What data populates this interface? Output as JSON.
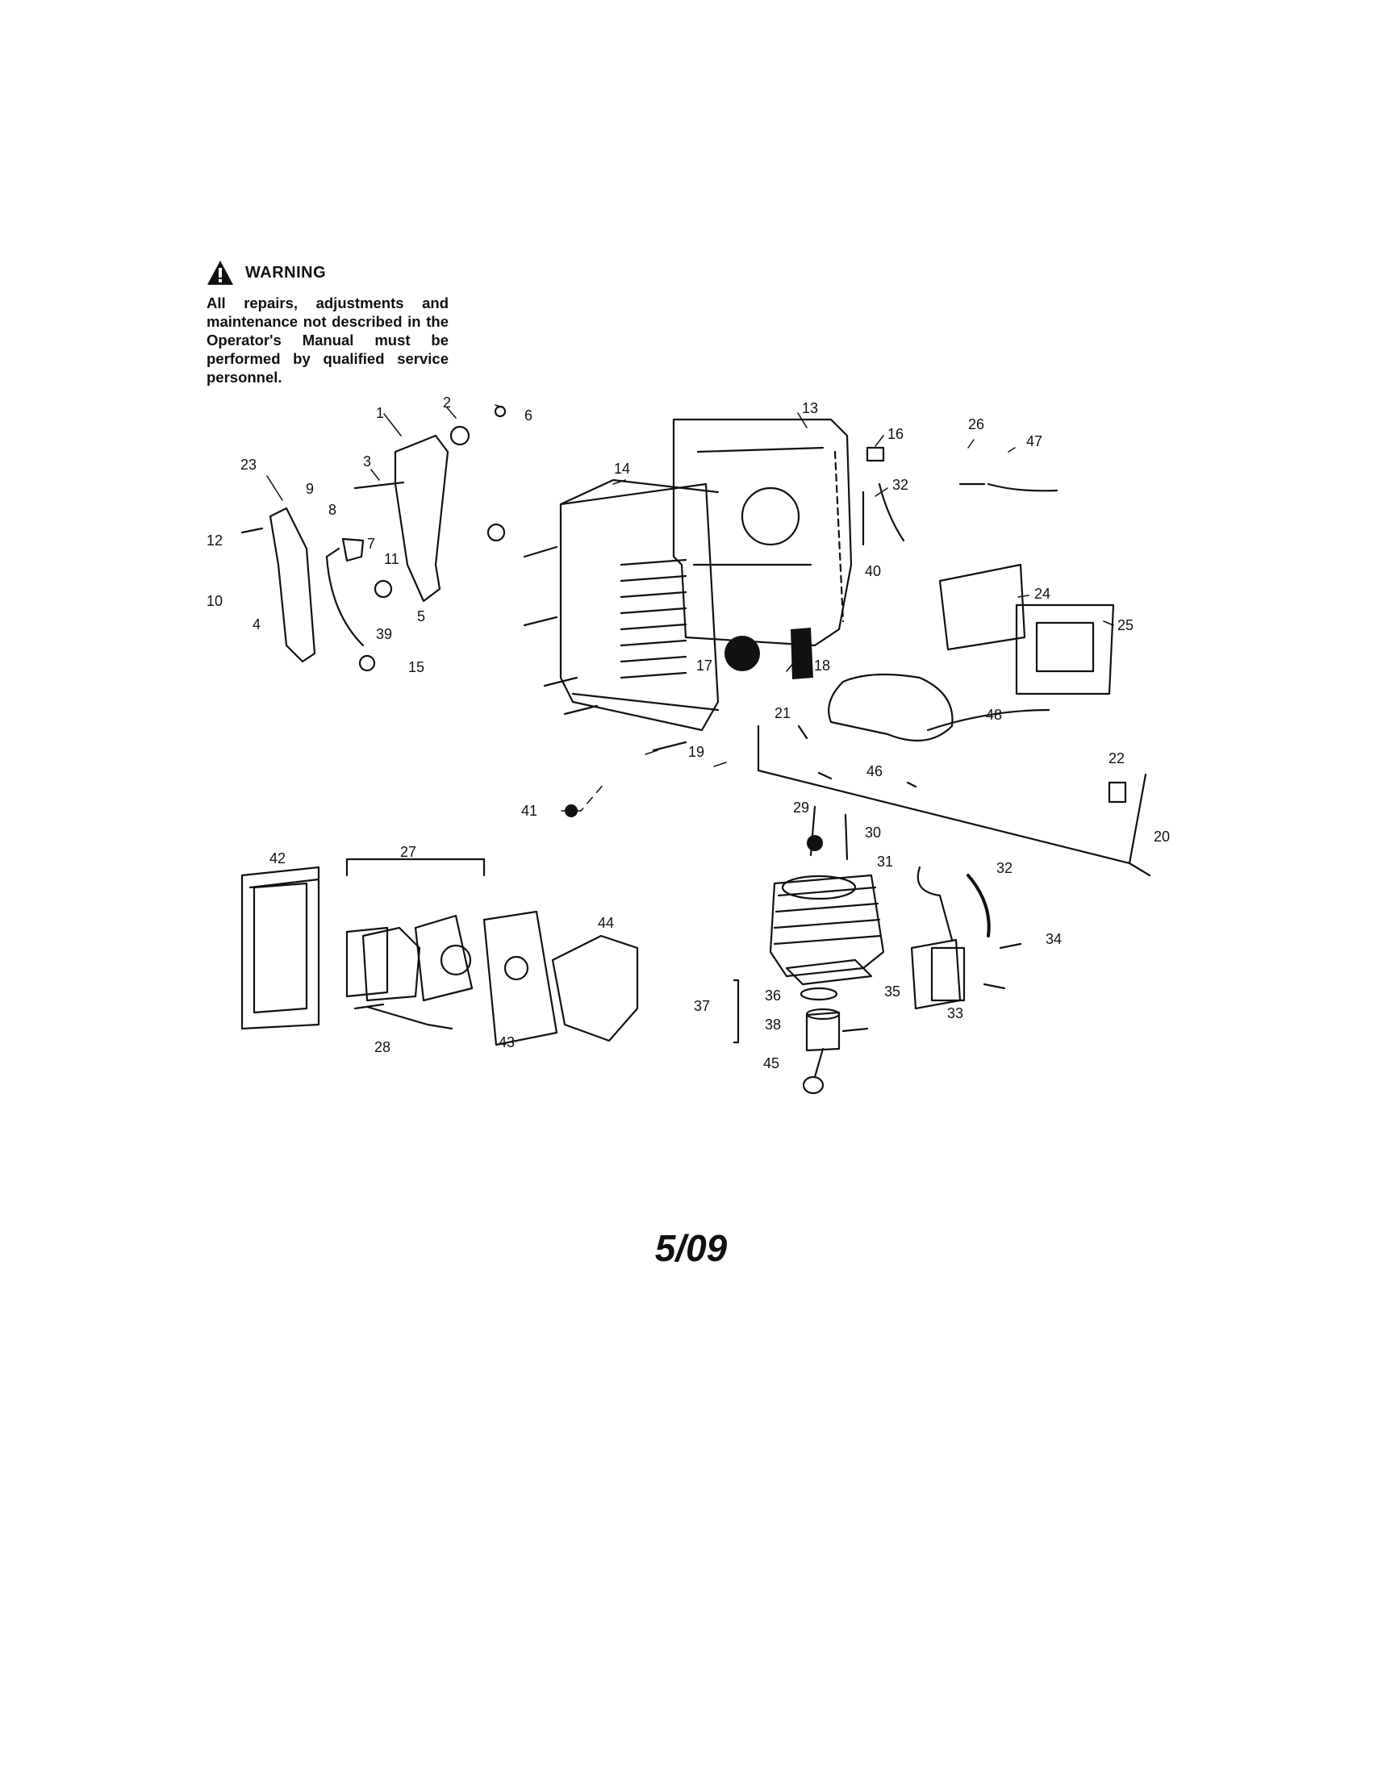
{
  "warning": {
    "title": "WARNING",
    "text": "All repairs, adjustments and maintenance not described in the Operator's Manual must be performed by qualified service personnel."
  },
  "date_code": "5/09",
  "callouts": [
    "1",
    "2",
    "3",
    "4",
    "5",
    "6",
    "7",
    "8",
    "9",
    "10",
    "11",
    "12",
    "13",
    "14",
    "15",
    "16",
    "17",
    "18",
    "19",
    "20",
    "21",
    "22",
    "23",
    "24",
    "25",
    "26",
    "27",
    "28",
    "29",
    "30",
    "31",
    "32",
    "32",
    "33",
    "34",
    "35",
    "36",
    "37",
    "38",
    "39",
    "40",
    "41",
    "42",
    "43",
    "44",
    "45",
    "46",
    "47",
    "48"
  ]
}
